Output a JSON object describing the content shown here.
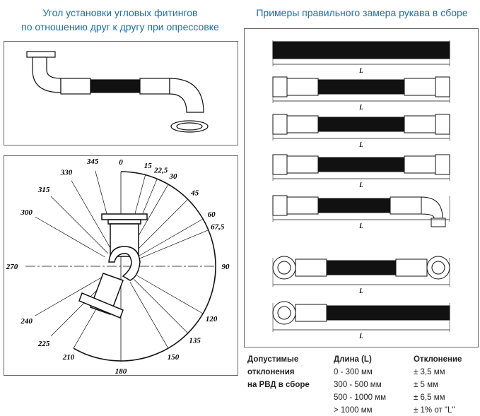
{
  "left_title": [
    "Угол установки угловых фитингов",
    "по отношению друг к другу при опрессовке"
  ],
  "right_title": "Примеры правильного замера рукава в сборе",
  "angle_labels": [
    "0",
    "15",
    "22,5",
    "30",
    "45",
    "60",
    "67,5",
    "90",
    "120",
    "135",
    "150",
    "180",
    "210",
    "225",
    "240",
    "270",
    "300",
    "315",
    "330",
    "345"
  ],
  "angle_values": [
    0,
    15,
    22.5,
    30,
    45,
    60,
    67.5,
    90,
    120,
    135,
    150,
    180,
    210,
    225,
    240,
    270,
    300,
    315,
    330,
    345
  ],
  "dimension_label": "L",
  "hose_types": [
    "plain",
    "nut-both",
    "nut-male",
    "nut-both-square",
    "nut-elbow",
    "banjo-both",
    "banjo-plain"
  ],
  "tolerance": {
    "caption": [
      "Допустимые",
      "отклонения",
      "на РВД в сборе"
    ],
    "col_length": "Длина (L)",
    "col_deviation": "Отклонение",
    "rows": [
      {
        "length": "0 - 300 мм",
        "deviation": "± 3,5 мм"
      },
      {
        "length": "300 - 500 мм",
        "deviation": "± 5 мм"
      },
      {
        "length": "500 - 1000 мм",
        "deviation": "± 6,5 мм"
      },
      {
        "length": "> 1000 мм",
        "deviation": "± 1% от \"L\""
      }
    ]
  }
}
